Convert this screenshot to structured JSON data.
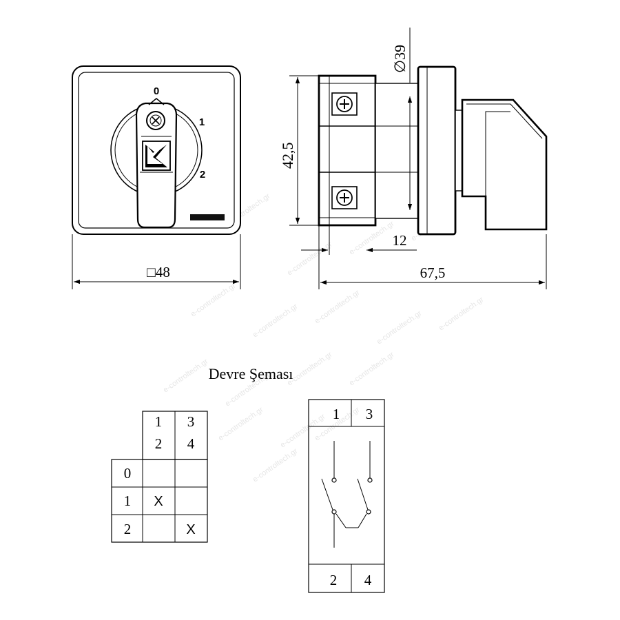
{
  "front_view": {
    "position_0": "0",
    "position_1": "1",
    "position_2": "2",
    "width_dim": "□48"
  },
  "side_view": {
    "diameter_dim": "∅39",
    "height_dim": "42,5",
    "depth_dim": "12",
    "length_dim": "67,5"
  },
  "schema": {
    "title": "Devre Şeması",
    "header_col1_top": "1",
    "header_col1_bottom": "2",
    "header_col2_top": "3",
    "header_col2_bottom": "4",
    "rows": [
      {
        "label": "0",
        "c1": "",
        "c2": ""
      },
      {
        "label": "1",
        "c1": "X",
        "c2": ""
      },
      {
        "label": "2",
        "c1": "",
        "c2": "X"
      }
    ],
    "terminals_top": [
      "1",
      "3"
    ],
    "terminals_bottom": [
      "2",
      "4"
    ]
  },
  "watermark": "e-controltech.gr"
}
